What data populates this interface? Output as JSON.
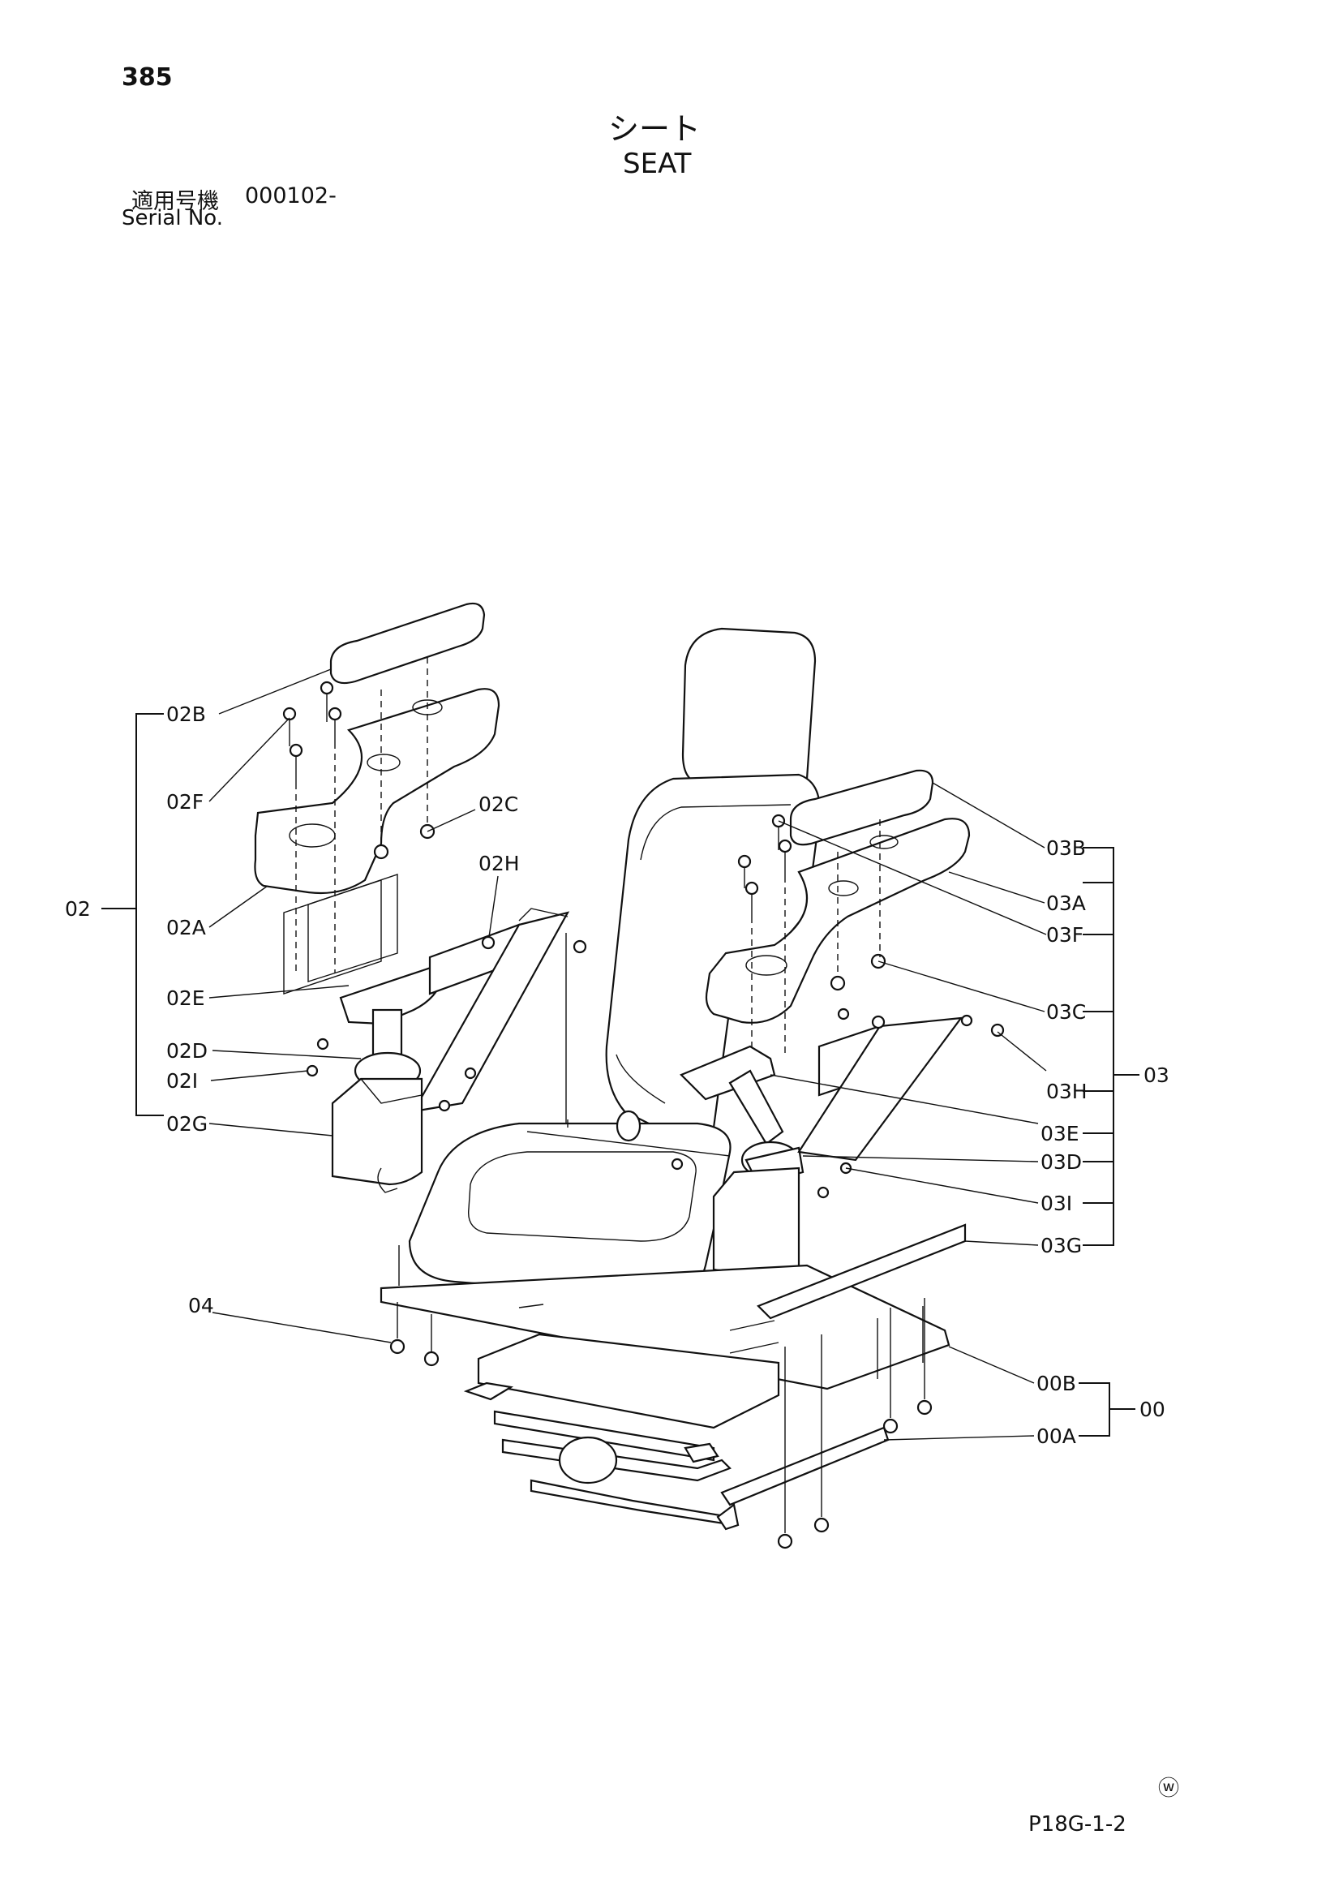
{
  "page": {
    "number": "385",
    "title_jp": "シート",
    "title_en": "SEAT",
    "serial_label_jp": "適用号機",
    "serial_value": "000102-",
    "serial_label_en": "Serial No.",
    "mark": "ⓦ",
    "diagram_code": "P18G-1-2"
  },
  "callouts": {
    "c02": "02",
    "c02B": "02B",
    "c02F": "02F",
    "c02A": "02A",
    "c02E": "02E",
    "c02D": "02D",
    "c02I": "02I",
    "c02G": "02G",
    "c02C": "02C",
    "c02H": "02H",
    "c03": "03",
    "c03B": "03B",
    "c03A": "03A",
    "c03F": "03F",
    "c03C": "03C",
    "c03H": "03H",
    "c03E": "03E",
    "c03D": "03D",
    "c03I": "03I",
    "c03G": "03G",
    "c00": "00",
    "c00B": "00B",
    "c00A": "00A",
    "c04": "04"
  }
}
